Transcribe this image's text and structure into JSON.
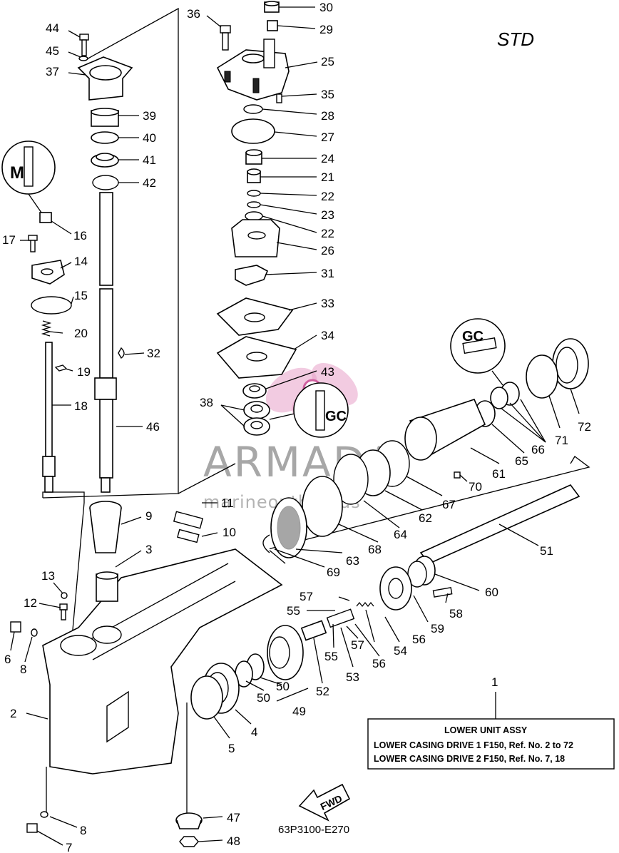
{
  "header": {
    "variant": "STD"
  },
  "watermark": {
    "brand": "ARMADA",
    "tagline": "marineoutboards",
    "logo_color": "#e8a0c8"
  },
  "info_box": {
    "ref_number": "1",
    "title": "LOWER UNIT ASSY",
    "line1": "LOWER CASING DRIVE 1 F150,  Ref. No. 2 to 72",
    "line2": "LOWER CASING DRIVE 2 F150,  Ref. No. 7, 18"
  },
  "fwd_label": "FWD",
  "drawing_code": "63P3100-E270",
  "callouts": {
    "c44": "44",
    "c45": "45",
    "c37": "37",
    "c39": "39",
    "c40": "40",
    "c41": "41",
    "c42": "42",
    "c16": "16",
    "c17": "17",
    "c14": "14",
    "c15": "15",
    "c20": "20",
    "c19": "19",
    "c18": "18",
    "c36": "36",
    "c30": "30",
    "c29": "29",
    "c25": "25",
    "c35": "35",
    "c28": "28",
    "c27": "27",
    "c24": "24",
    "c21": "21",
    "c22a": "22",
    "c23": "23",
    "c22b": "22",
    "c26": "26",
    "c31": "31",
    "c33": "33",
    "c34": "34",
    "c32": "32",
    "c43": "43",
    "c38": "38",
    "c46": "46",
    "c72": "72",
    "c71": "71",
    "c66": "66",
    "c65": "65",
    "c61": "61",
    "c70": "70",
    "c67": "67",
    "c62": "62",
    "c64": "64",
    "c68": "68",
    "c63": "63",
    "c69": "69",
    "c51": "51",
    "c60": "60",
    "c11": "11",
    "c10": "10",
    "c9": "9",
    "c3": "3",
    "c13": "13",
    "c12": "12",
    "c6": "6",
    "c8a": "8",
    "c57a": "57",
    "c55a": "55",
    "c56a": "56",
    "c59": "59",
    "c58": "58",
    "c54": "54",
    "c57b": "57",
    "c56b": "56",
    "c55b": "55",
    "c53": "53",
    "c52": "52",
    "c50a": "50",
    "c50b": "50",
    "c49": "49",
    "c4": "4",
    "c5": "5",
    "c2": "2",
    "c8b": "8",
    "c7": "7",
    "c47": "47",
    "c48": "48"
  }
}
